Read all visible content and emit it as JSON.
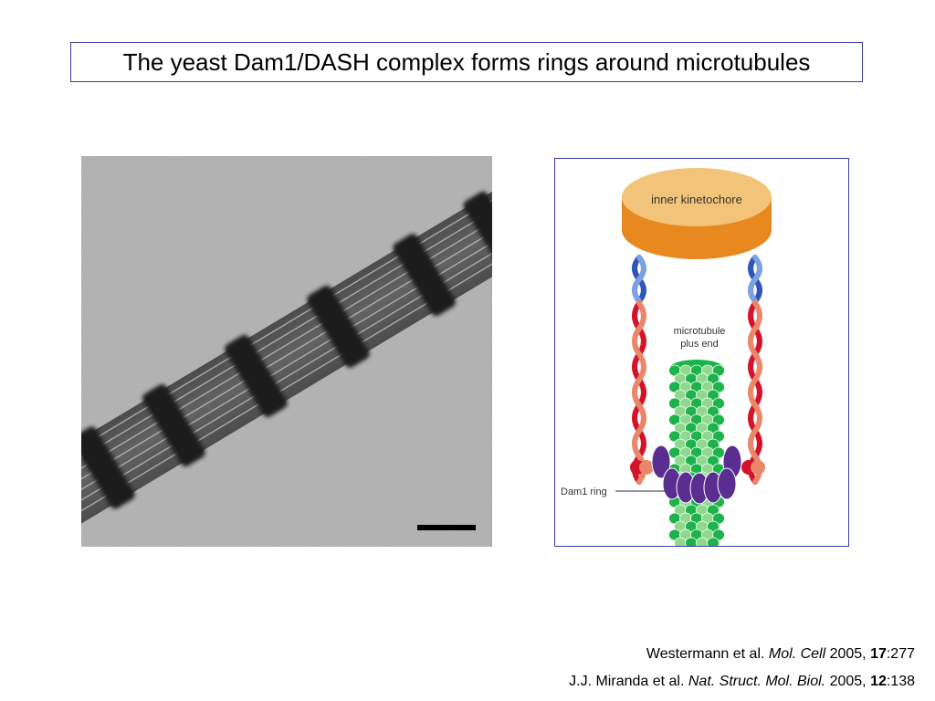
{
  "slide": {
    "title": "The yeast Dam1/DASH complex forms rings around microtubules"
  },
  "diagram": {
    "disc_label": "inner kinetochore",
    "mt_label_line1": "microtubule",
    "mt_label_line2": "plus end",
    "ring_label": "Dam1 ring",
    "colors": {
      "disc_top": "#f2c47a",
      "disc_side": "#e8891f",
      "mt_dark": "#1db34a",
      "mt_light": "#8fd98f",
      "ring": "#5a2d91",
      "tether_red": "#d4122a",
      "tether_salmon": "#e8876a",
      "tether_blue": "#2f55b8",
      "tether_lightblue": "#7da0e0"
    }
  },
  "references": [
    {
      "authors": "Westermann et al. ",
      "journal": "Mol. Cell",
      "year": " 2005, ",
      "volume": "17",
      "pages": ":277"
    },
    {
      "authors": "J.J. Miranda et al. ",
      "journal": "Nat. Struct. Mol. Biol.",
      "year": " 2005, ",
      "volume": "12",
      "pages": ":138"
    }
  ]
}
